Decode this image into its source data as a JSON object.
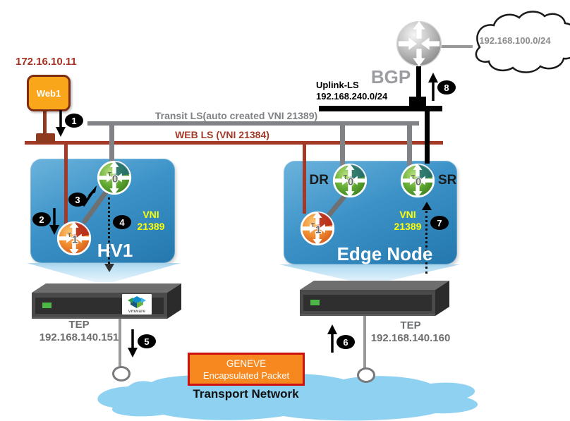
{
  "labels": {
    "transit_ls": "Transit LS(auto created VNI 21389)",
    "web_ls": "WEB LS (VNI 21384)",
    "uplink_ls": "Uplink-LS",
    "uplink_subnet": "192.168.240.0/24",
    "bgp": "BGP",
    "external_network": "192.168.100.0/24",
    "transport_network": "Transport Network"
  },
  "web1": {
    "ip": "172.16.10.11",
    "name": "Web1"
  },
  "hv1": {
    "title": "HV1",
    "vni_line1": "VNI",
    "vni_line2": "21389",
    "t0_num": "0",
    "t1_num": "1",
    "tep_label": "TEP",
    "tep_ip": "192.168.140.151"
  },
  "edge": {
    "title": "Edge Node",
    "dr_label": "DR",
    "sr_label": "SR",
    "dr_num": "0",
    "sr_num": "0",
    "t1_num": "1",
    "vni_line1": "VNI",
    "vni_line2": "21389",
    "tep_label": "TEP",
    "tep_ip": "192.168.140.160"
  },
  "router_prefix": "T",
  "steps": [
    "1",
    "2",
    "3",
    "4",
    "5",
    "6",
    "7",
    "8"
  ],
  "geneve": {
    "line1": "GENEVE",
    "line2": "Encapsulated Packet"
  },
  "vmware": "vmware",
  "colors": {
    "web_ls_red": "#a33927",
    "transit_gray": "#808285",
    "uplink_black": "#000000",
    "node_blue": "#3d93c8",
    "vni_yellow": "#ffff00",
    "geneve_orange": "#f6881f",
    "geneve_border": "#cc1111",
    "transport_blue": "#8ed1f0",
    "web1_orange": "#faa61a"
  }
}
